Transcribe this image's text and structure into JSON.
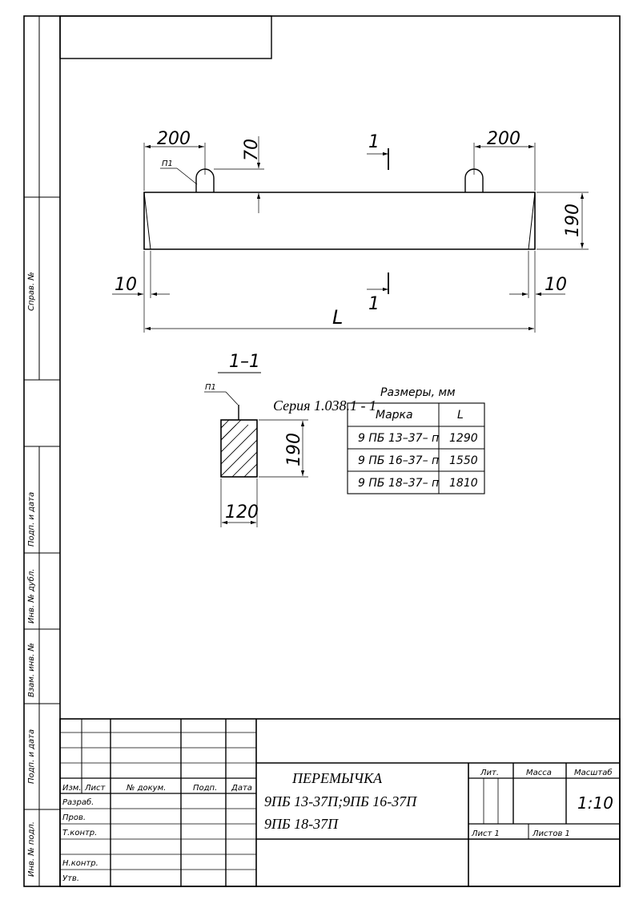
{
  "drawing": {
    "dims": {
      "left_overhang": "200",
      "right_overhang": "200",
      "loop_height": "70",
      "height": "190",
      "edge_left": "10",
      "edge_right": "10",
      "length": "L",
      "section_mark_top": "1",
      "section_mark_bottom": "1",
      "loop_label": "П1"
    },
    "section": {
      "title": "1–1",
      "loop_label": "П1",
      "height": "190",
      "width": "120"
    },
    "series_note": "Серия 1.038.1 - 1"
  },
  "size_table": {
    "caption": "Размеры, мм",
    "headers": [
      "Марка",
      "L"
    ],
    "rows": [
      [
        "9 ПБ 13–37– п",
        "1290"
      ],
      [
        "9 ПБ 16–37– п",
        "1550"
      ],
      [
        "9 ПБ 18–37– п",
        "1810"
      ]
    ]
  },
  "side_labels": {
    "sprav": "Справ. №",
    "podp1": "Подп. и дата",
    "inv_dubl": "Инв. № дубл.",
    "vzam": "Взам. инв. №",
    "podp2": "Подп. и дата",
    "inv_podl": "Инв. № подл."
  },
  "title_block": {
    "col_headers": [
      "Изм.",
      "Лист",
      "№ докум.",
      "Подп.",
      "Дата"
    ],
    "roles": [
      "Разраб.",
      "Пров.",
      "Т.контр.",
      "",
      "Н.контр.",
      "Утв."
    ],
    "name_line1": "ПЕРЕМЫЧКА",
    "name_line2": "9ПБ 13-37П;9ПБ 16-37П",
    "name_line3": "9ПБ 18-37П",
    "lit_label": "Лит.",
    "mass_label": "Масса",
    "scale_label": "Масштаб",
    "scale_value": "1:10",
    "sheet_label": "Лист  1",
    "sheets_label": "Листов  1"
  }
}
